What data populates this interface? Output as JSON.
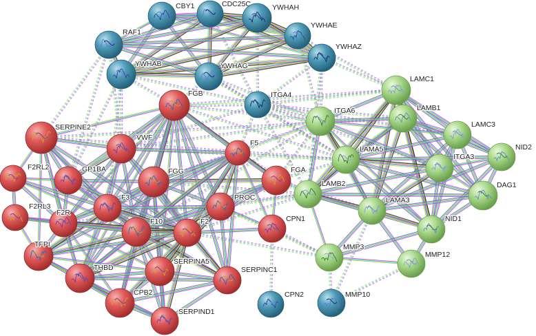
{
  "network": {
    "colors": {
      "cluster_red": "#e05a5a",
      "cluster_blue": "#4f9bb8",
      "cluster_green": "#a9d98a",
      "edge_magenta": "#d23cd6",
      "edge_cyan": "#2ac4d6",
      "edge_green": "#9ccc2e",
      "edge_dark": "#333333",
      "edge_purple": "#6b5bd0",
      "edge_yellow": "#d8d84a"
    },
    "nodes": [
      {
        "id": "CBY1",
        "label": "CBY1",
        "cluster": "blue"
      },
      {
        "id": "CDC25C",
        "label": "CDC25C",
        "cluster": "blue"
      },
      {
        "id": "YWHAH",
        "label": "YWHAH",
        "cluster": "blue"
      },
      {
        "id": "YWHAE",
        "label": "YWHAE",
        "cluster": "blue"
      },
      {
        "id": "RAF1",
        "label": "RAF1",
        "cluster": "blue"
      },
      {
        "id": "YWHAZ",
        "label": "YWHAZ",
        "cluster": "blue"
      },
      {
        "id": "YWHAB",
        "label": "YWHAB",
        "cluster": "blue"
      },
      {
        "id": "YWHAG",
        "label": "YWHAG",
        "cluster": "blue"
      },
      {
        "id": "ITGA4",
        "label": "ITGA4",
        "cluster": "blue"
      },
      {
        "id": "CPN2",
        "label": "CPN2",
        "cluster": "blue"
      },
      {
        "id": "MMP10",
        "label": "MMP10",
        "cluster": "blue"
      },
      {
        "id": "FGB",
        "label": "FGB",
        "cluster": "red"
      },
      {
        "id": "SERPINE2",
        "label": "SERPINE2",
        "cluster": "red"
      },
      {
        "id": "VWF",
        "label": "VWF",
        "cluster": "red"
      },
      {
        "id": "F5",
        "label": "F5",
        "cluster": "red"
      },
      {
        "id": "F2RL2",
        "label": "F2RL2",
        "cluster": "red"
      },
      {
        "id": "GP1BA",
        "label": "GP1BA",
        "cluster": "red"
      },
      {
        "id": "FGG",
        "label": "FGG",
        "cluster": "red"
      },
      {
        "id": "FGA",
        "label": "FGA",
        "cluster": "red"
      },
      {
        "id": "F3",
        "label": "F3",
        "cluster": "red"
      },
      {
        "id": "PROC",
        "label": "PROC",
        "cluster": "red"
      },
      {
        "id": "F2RL3",
        "label": "F2RL3",
        "cluster": "red"
      },
      {
        "id": "F2R",
        "label": "F2R",
        "cluster": "red"
      },
      {
        "id": "F10",
        "label": "F10",
        "cluster": "red"
      },
      {
        "id": "F2",
        "label": "F2",
        "cluster": "red"
      },
      {
        "id": "CPN1",
        "label": "CPN1",
        "cluster": "red"
      },
      {
        "id": "TFPI",
        "label": "TFPI",
        "cluster": "red"
      },
      {
        "id": "SERPINA5",
        "label": "SERPINA5",
        "cluster": "red"
      },
      {
        "id": "THBD",
        "label": "THBD",
        "cluster": "red"
      },
      {
        "id": "SERPINC1",
        "label": "SERPINC1",
        "cluster": "red"
      },
      {
        "id": "CPB2",
        "label": "CPB2",
        "cluster": "red"
      },
      {
        "id": "SERPIND1",
        "label": "SERPIND1",
        "cluster": "red"
      },
      {
        "id": "LAMC1",
        "label": "LAMC1",
        "cluster": "green"
      },
      {
        "id": "LAMB1",
        "label": "LAMB1",
        "cluster": "green"
      },
      {
        "id": "ITGA6",
        "label": "ITGA6",
        "cluster": "green"
      },
      {
        "id": "LAMC3",
        "label": "LAMC3",
        "cluster": "green"
      },
      {
        "id": "NID2",
        "label": "NID2",
        "cluster": "green"
      },
      {
        "id": "LAMA5",
        "label": "LAMA5",
        "cluster": "green"
      },
      {
        "id": "ITGA3",
        "label": "ITGA3",
        "cluster": "green"
      },
      {
        "id": "DAG1",
        "label": "DAG1",
        "cluster": "green"
      },
      {
        "id": "LAMB2",
        "label": "LAMB2",
        "cluster": "green"
      },
      {
        "id": "LAMA3",
        "label": "LAMA3",
        "cluster": "green"
      },
      {
        "id": "NID1",
        "label": "NID1",
        "cluster": "green"
      },
      {
        "id": "MMP3",
        "label": "MMP3",
        "cluster": "green"
      },
      {
        "id": "MMP12",
        "label": "MMP12",
        "cluster": "green"
      }
    ]
  }
}
